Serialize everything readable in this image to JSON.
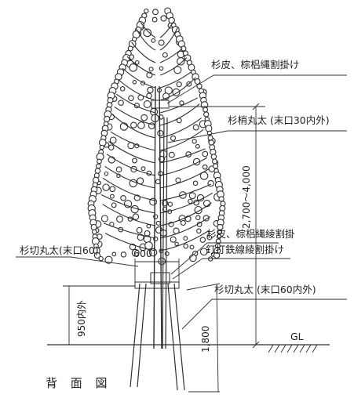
{
  "labels": {
    "sugi_bark_top": "杉皮、棕梠縄割掛け",
    "sugi_pole_top": "杉梢丸太 (末口30内外)",
    "height_range": "2,700〜4,000",
    "sugi_bark_mid": "杉皮、棕梠縄綾割掛",
    "nail_wire": "釘打鉄線綾割掛け",
    "sugi_log_left": "杉切丸太(末口60)",
    "width_600": "600",
    "sugi_log_right": "杉切丸太 (末口60内外)",
    "height_950": "950内外",
    "length_1800": "1,800",
    "gl": "GL",
    "title": "背 面 図"
  },
  "colors": {
    "ink": "#2e2e2e",
    "paper": "#ffffff"
  }
}
